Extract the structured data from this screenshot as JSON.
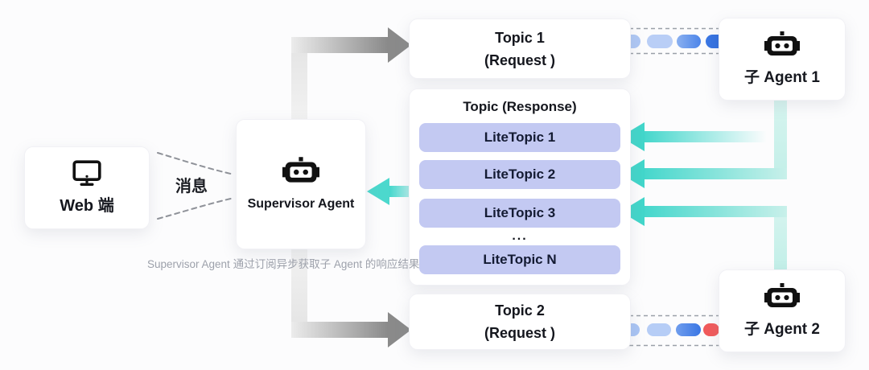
{
  "diagram": {
    "web": {
      "label": "Web 端"
    },
    "supervisor": {
      "label": "Supervisor Agent"
    },
    "agent1": {
      "label": "子 Agent 1"
    },
    "agent2": {
      "label": "子 Agent 2"
    },
    "topic1": {
      "title": "Topic 1",
      "subtitle": "(Request )"
    },
    "response": {
      "title": "Topic (Response)",
      "items": [
        "LiteTopic 1",
        "LiteTopic 2",
        "LiteTopic 3",
        "LiteTopic N"
      ],
      "ellipsis": "..."
    },
    "topic2": {
      "title": "Topic 2",
      "subtitle": "(Request )"
    },
    "message_label": "消息",
    "caption": "Supervisor Agent 通过订阅异步获取子 Agent 的响应结果"
  },
  "colors": {
    "teal_arrow": "#42d6ca",
    "teal_line": "#ccf1ec",
    "gray_arrow": "#8a8a8a",
    "litetopic_bg": "#c3c9f2",
    "pill_light_blue": "#b9cef6",
    "pill_dark_blue": "#3c78e4",
    "pill_red": "#f15a5b",
    "dashed_line": "#9aa0a8"
  }
}
